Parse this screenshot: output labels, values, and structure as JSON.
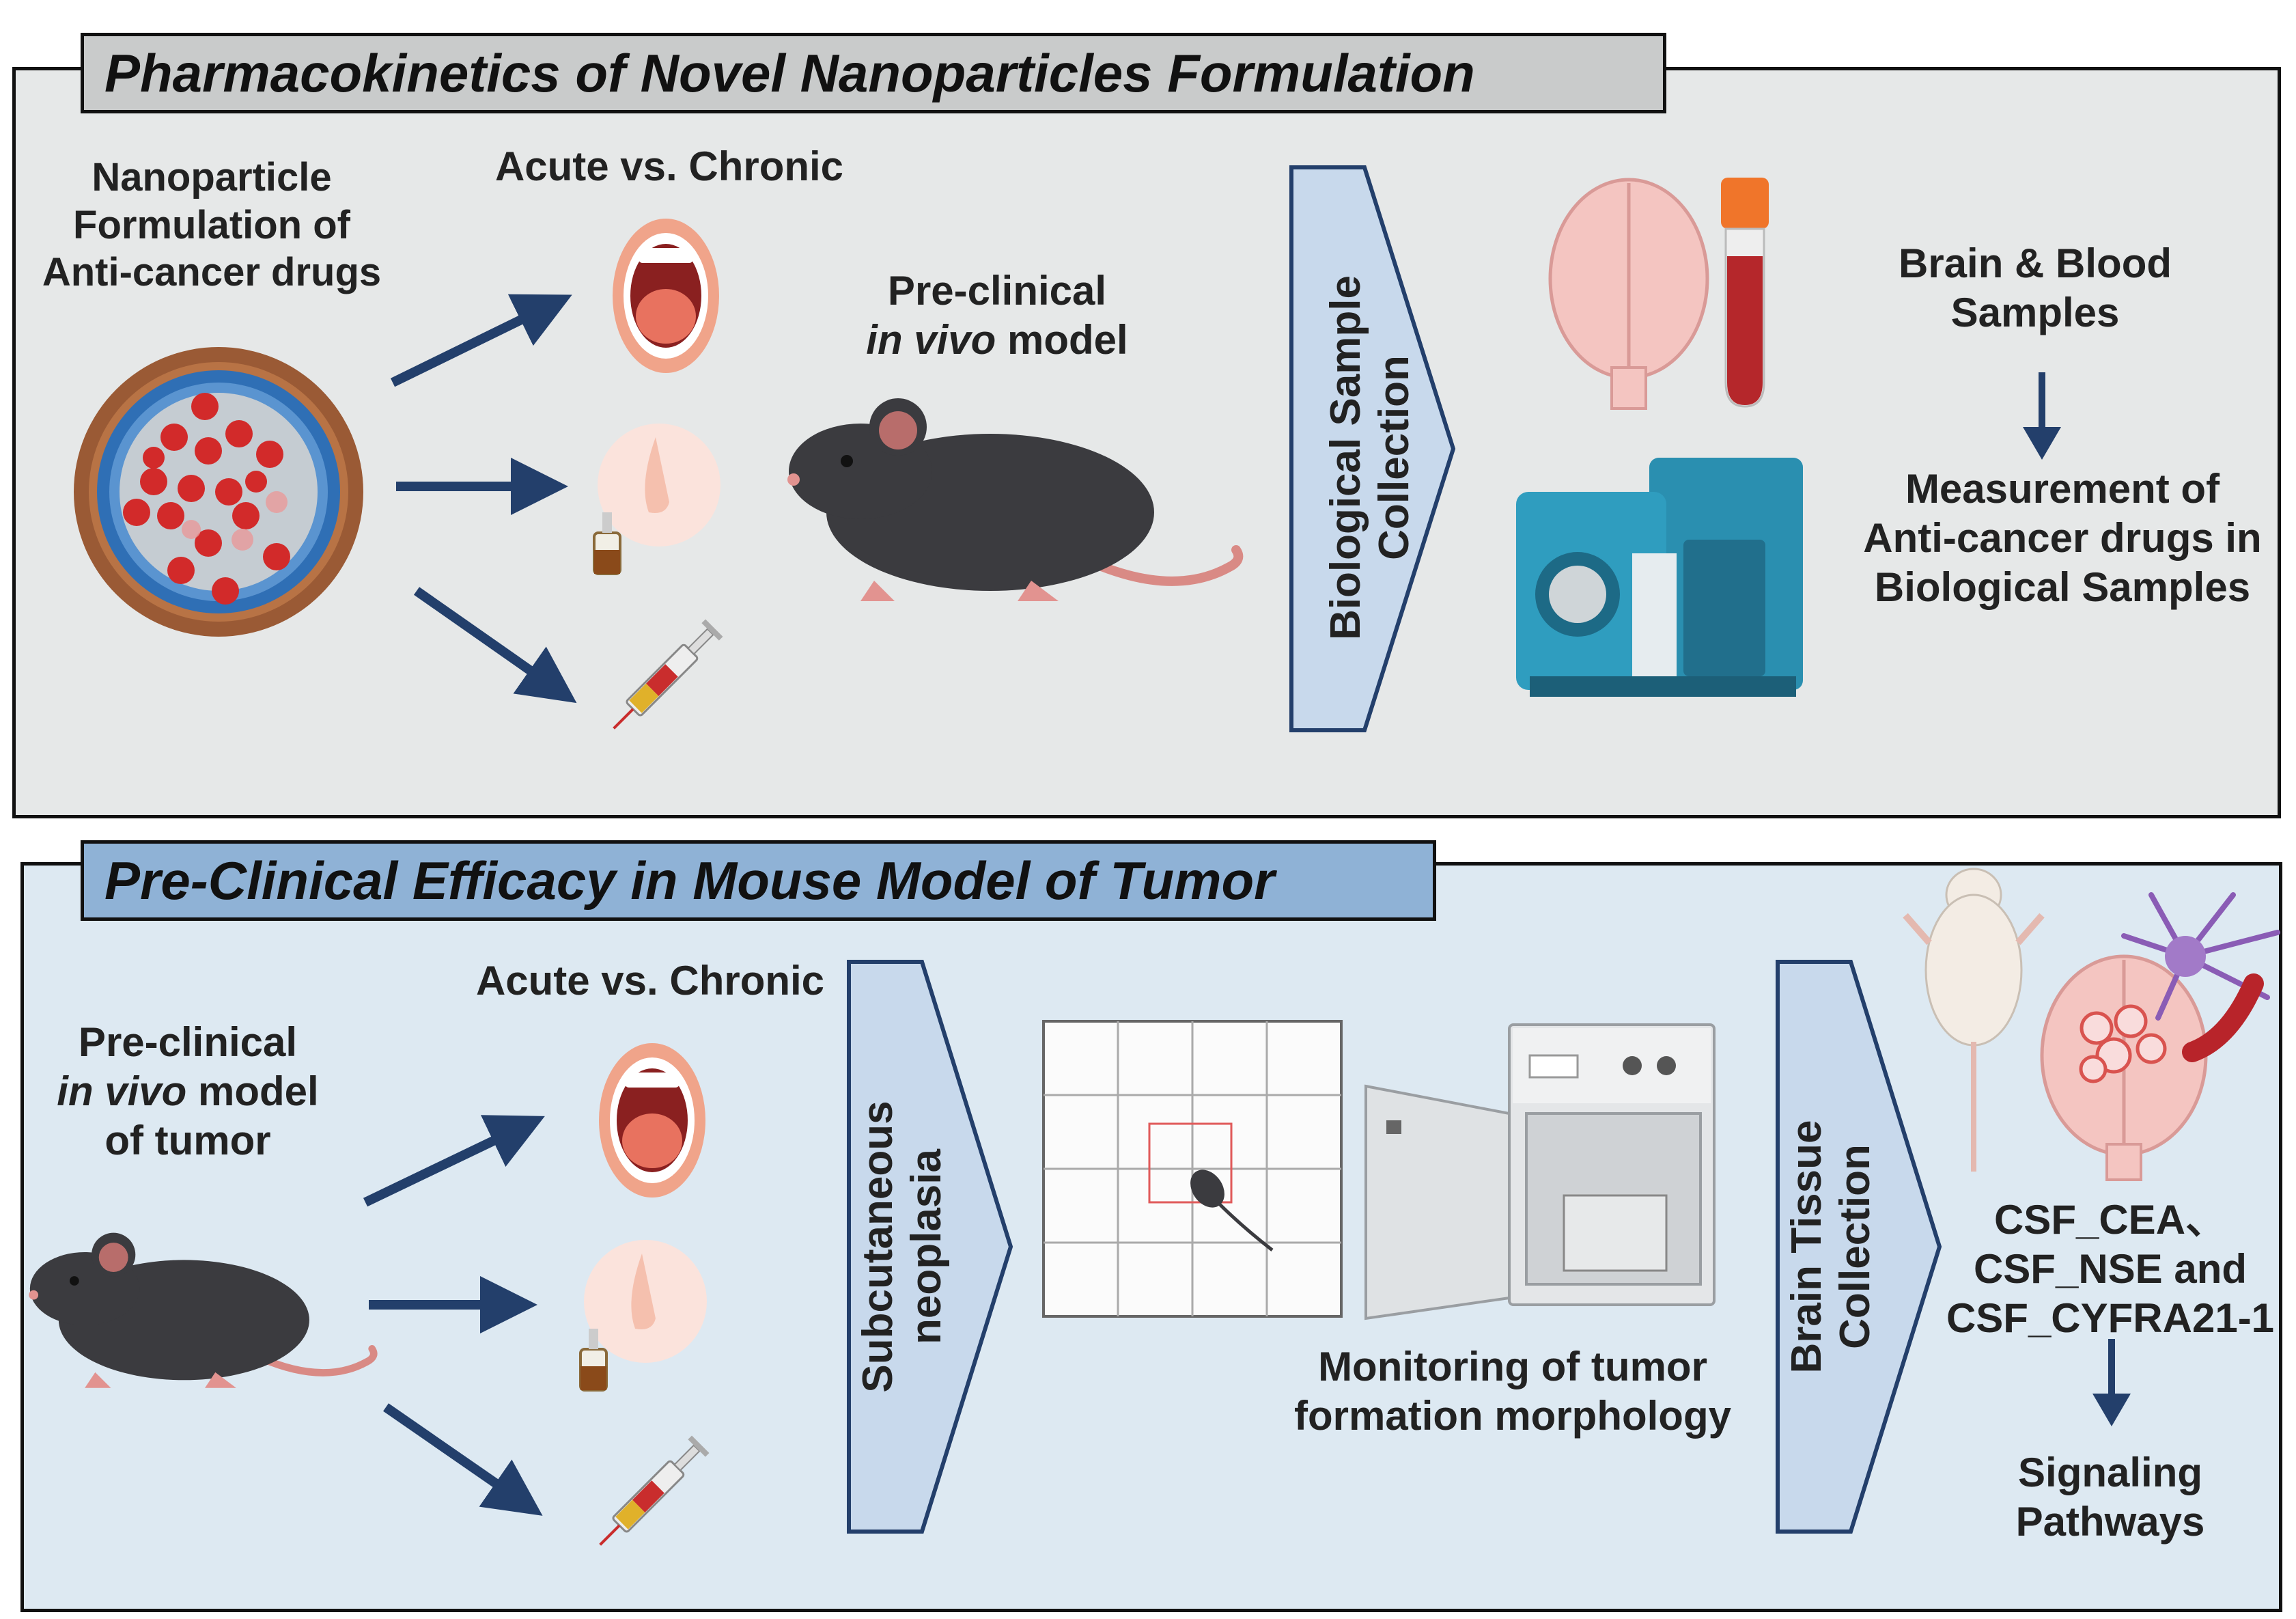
{
  "top_panel": {
    "title": "Pharmacokinetics of  Novel Nanoparticles Formulation",
    "nanoparticle_label": [
      "Nanoparticle",
      "Formulation of",
      "Anti-cancer drugs"
    ],
    "routes_label": "Acute vs. Chronic",
    "model_label_line1": "Pre-clinical",
    "model_label_italic": "in vivo",
    "model_label_rest": " model",
    "collection_arrow_text": [
      "Biological Sample",
      "Collection"
    ],
    "samples_label": [
      "Brain & Blood",
      "Samples"
    ],
    "measurement_label": [
      "Measurement of",
      "Anti-cancer drugs in",
      "Biological Samples"
    ]
  },
  "bottom_panel": {
    "title": "Pre-Clinical Efficacy in Mouse Model of  Tumor",
    "model_label_line1": "Pre-clinical",
    "model_label_italic": "in vivo",
    "model_label_rest": " model",
    "model_label_line3": "of tumor",
    "routes_label": "Acute vs. Chronic",
    "neoplasia_arrow_text": [
      "Subcutaneous",
      "neoplasia"
    ],
    "monitoring_label": [
      "Monitoring of tumor",
      "formation morphology"
    ],
    "tissue_arrow_text": [
      "Brain Tissue",
      "Collection"
    ],
    "biomarkers_label": [
      "CSF_CEA、",
      "CSF_NSE and",
      "CSF_CYFRA21-1"
    ],
    "pathways_label": [
      "Signaling",
      "Pathways"
    ]
  },
  "colors": {
    "top_panel_bg": "#e6e8e8",
    "top_title_bg": "#c9cbcb",
    "bottom_panel_bg": "#dde9f2",
    "bottom_title_bg": "#8fb2d6",
    "chevron_fill": "#c8d9ec",
    "arrow": "#233f6b",
    "mouse": "#3b3b3f",
    "instrument": "#2a8fb0"
  }
}
